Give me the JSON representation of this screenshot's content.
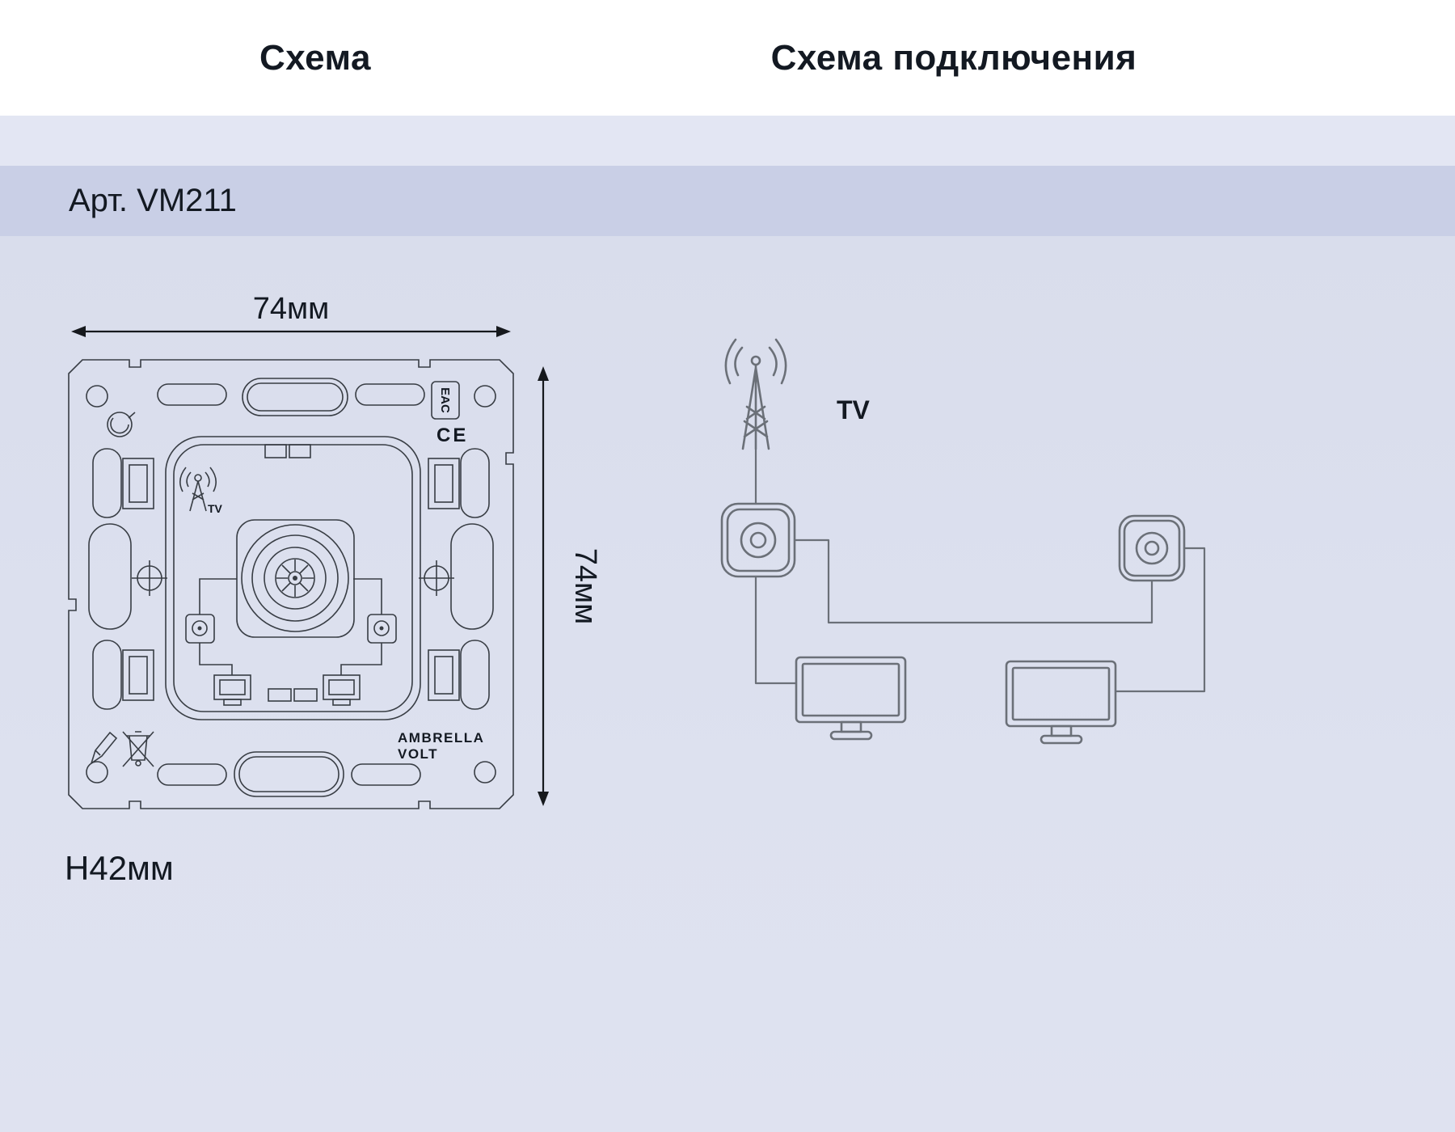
{
  "header": {
    "scheme_title": "Схема",
    "connection_title": "Схема подключения"
  },
  "article_band": {
    "label": "Арт. VM211"
  },
  "dimensions": {
    "width": "74мм",
    "height": "74мм",
    "depth": "H42мм"
  },
  "frame_drawing": {
    "tv_mark": "TV",
    "eac_mark": "EAC",
    "ce_mark": "CE",
    "brand_line1": "AMBRELLA",
    "brand_line2": "VOLT"
  },
  "connection_diagram": {
    "antenna_label": "TV"
  },
  "colors": {
    "header_bg": "#ffffff",
    "content_bg": "#dde1ef",
    "band_bg": "#c9cfe6",
    "ink": "#131922",
    "drawing_line": "#383d44",
    "diagram_line": "#6b7078"
  }
}
